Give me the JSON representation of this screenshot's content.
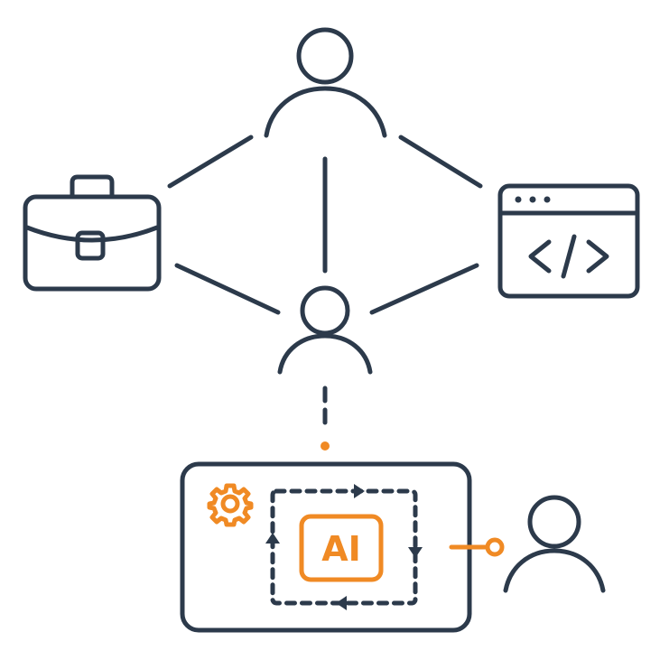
{
  "diagram": {
    "ai_label": "AI",
    "colors": {
      "primary": "#2c3a4b",
      "accent": "#f08a24",
      "background": "#ffffff"
    },
    "nodes": [
      {
        "id": "top-person",
        "icon": "person-icon"
      },
      {
        "id": "briefcase",
        "icon": "briefcase-icon"
      },
      {
        "id": "code-window",
        "icon": "code-window-icon"
      },
      {
        "id": "center-person",
        "icon": "person-icon"
      },
      {
        "id": "ai-system",
        "icon": "ai-chip-icon"
      },
      {
        "id": "right-person",
        "icon": "person-icon"
      }
    ],
    "edges": [
      {
        "from": "top-person",
        "to": "briefcase",
        "style": "solid"
      },
      {
        "from": "top-person",
        "to": "code-window",
        "style": "solid"
      },
      {
        "from": "top-person",
        "to": "center-person",
        "style": "solid"
      },
      {
        "from": "briefcase",
        "to": "center-person",
        "style": "solid"
      },
      {
        "from": "code-window",
        "to": "center-person",
        "style": "solid"
      },
      {
        "from": "center-person",
        "to": "ai-system",
        "style": "dashed"
      },
      {
        "from": "ai-system",
        "to": "right-person",
        "style": "solid-accent"
      }
    ]
  }
}
